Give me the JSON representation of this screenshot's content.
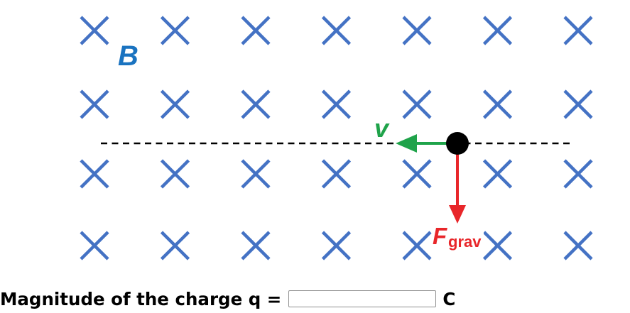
{
  "diagram": {
    "field_symbol": "×",
    "field_label": "B",
    "field_rows": 4,
    "field_cols": 7,
    "velocity_label": "v",
    "force_label": "F",
    "force_subscript": "grav",
    "colors": {
      "field": "#4472c4",
      "field_label": "#1a73c0",
      "velocity": "#1fa34a",
      "force": "#e8262a",
      "particle": "#000000",
      "path": "#000000"
    }
  },
  "question": {
    "prompt": "Magnitude of the charge q =",
    "answer_value": "",
    "unit": "C"
  }
}
